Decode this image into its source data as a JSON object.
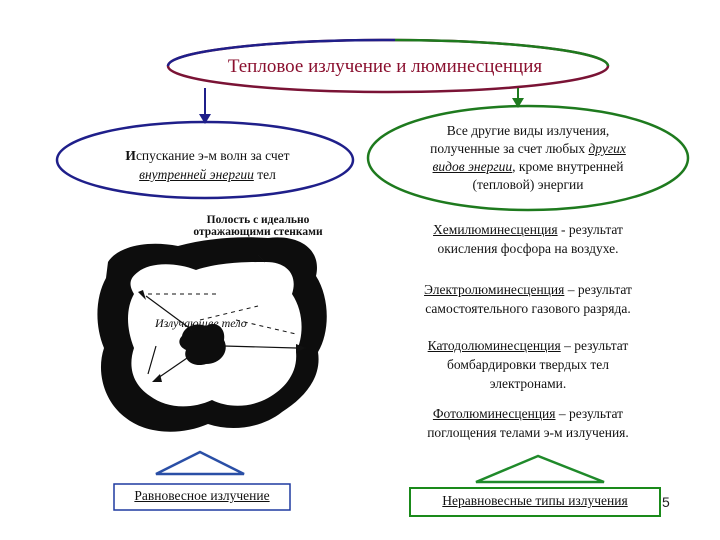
{
  "title": "Тепловое излучение и люминесценция",
  "left_definition": {
    "bold_letter": "И",
    "line1_rest": "спускание э-м волн за счет",
    "line2_emph": "внутренней энергии",
    "line2_rest": " тел"
  },
  "right_definition": {
    "line1": "Все другие виды излучения,",
    "line2_start": "полученные за счет любых ",
    "line2_emph": "других",
    "line3_emph": "видов энергии",
    "line3_rest": ", кроме внутренней",
    "line4": "(тепловой) энергии"
  },
  "cavity_label": "Полость с идеально отражающими стенками",
  "body_label": "Излучающее тело",
  "items": [
    {
      "term": "Хемилюминесценция",
      "rest1": " - результат",
      "line2": "окисления фосфора на воздухе."
    },
    {
      "term": "Электролюминесценция",
      "rest1": " – результат",
      "line2": "самостоятельного газового разряда."
    },
    {
      "term": "Катодолюминесценция",
      "rest1": " – результат",
      "line2": "бомбардировки твердых тел",
      "line3": "электронами."
    },
    {
      "term": "Фотолюминесценция",
      "rest1": " – результат",
      "line2": "поглощения телами э-м излучения."
    }
  ],
  "left_box_label": "Равновесное излучение",
  "right_box_label": "Неравновесные типы излучения",
  "page_number": "5",
  "colors": {
    "title_oval": "#7a1335",
    "left_oval": "#1f1f8a",
    "right_oval": "#1e7a1e",
    "left_arrow": "#2a4fa6",
    "right_arrow": "#1f8a2a",
    "left_box": "#1f3aa0",
    "right_box": "#1a8a1a"
  }
}
